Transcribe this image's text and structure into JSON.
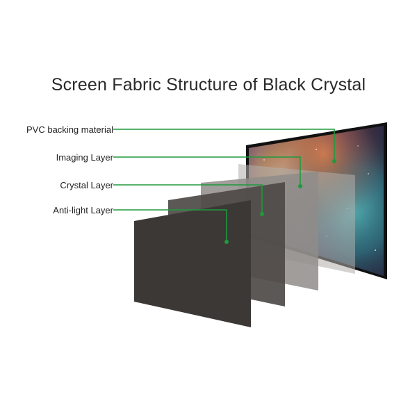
{
  "title": "Screen Fabric Structure of Black Crystal",
  "layers": [
    {
      "id": "pvc",
      "label": "PVC backing material"
    },
    {
      "id": "imaging",
      "label": "Imaging Layer"
    },
    {
      "id": "crystal",
      "label": "Crystal Layer"
    },
    {
      "id": "antilight",
      "label": "Anti-light Layer"
    }
  ],
  "colors": {
    "leader_line": "#1e9a3c",
    "panel_dark": "#3a3634",
    "panel_mid": "#55514e",
    "panel_light": "#8e8b89",
    "panel_lightest": "#a9a7a6",
    "frame": "#111111"
  }
}
